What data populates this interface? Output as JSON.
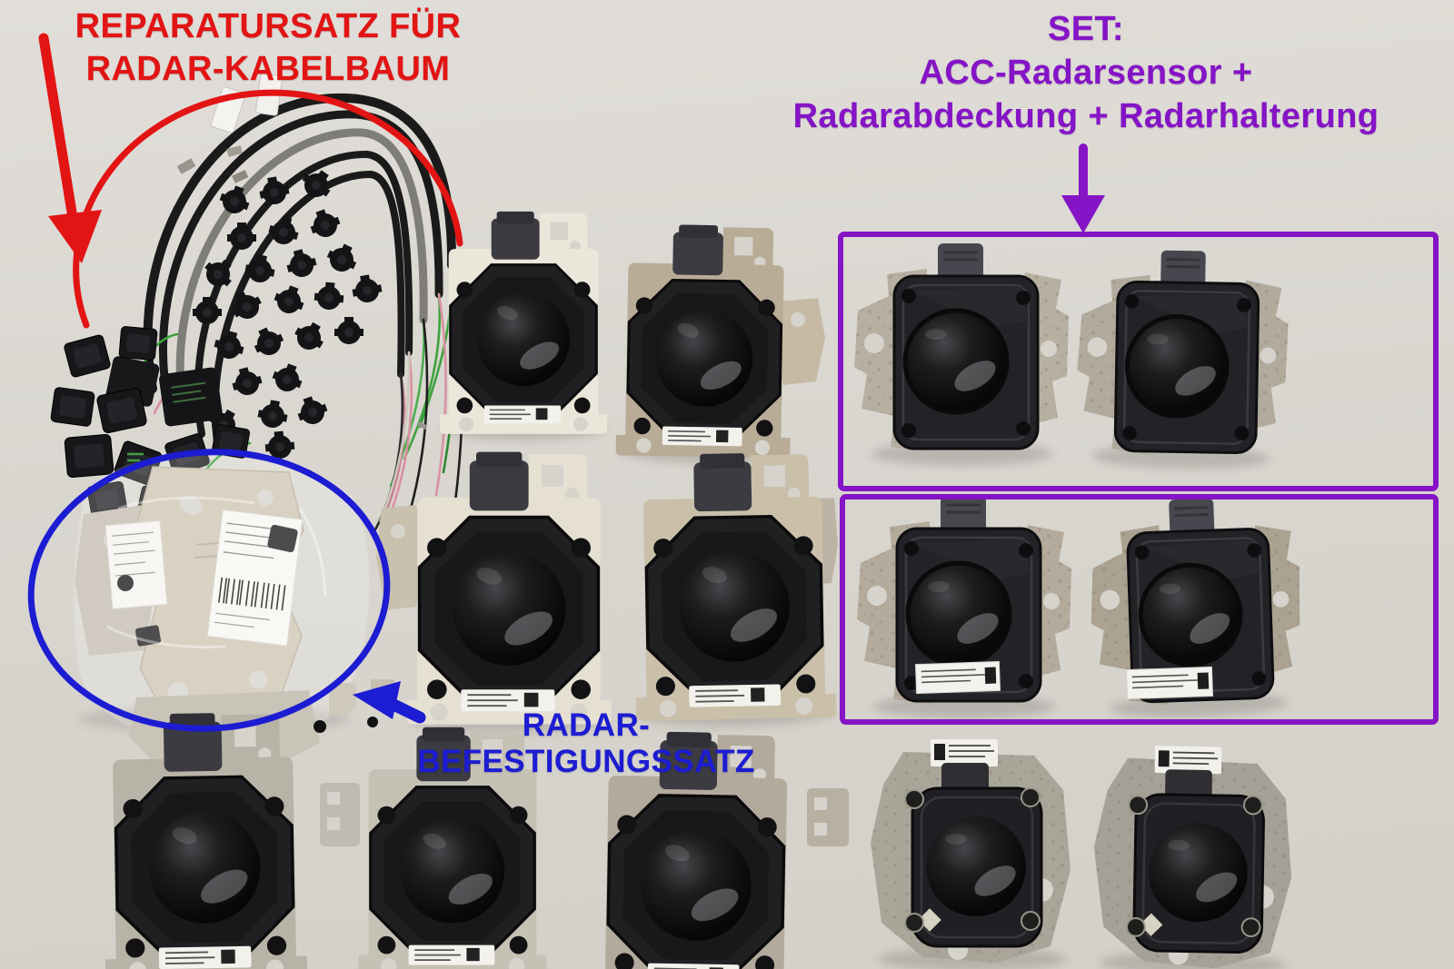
{
  "scene": {
    "kind": "annotated product photo",
    "subject": "ACC radar sensors, radar wiring-harness repair kit and radar mounting kits laid out on a light grey surface",
    "background_color": "#d9d6d0"
  },
  "colors": {
    "red": "#e21414",
    "purple": "#8514c6",
    "blue": "#1c1cd2",
    "background": "#d9d6d0"
  },
  "annotations": {
    "repair_kit": {
      "line1": "REPARATURSATZ FÜR",
      "line2": "RADAR-KABELBAUM",
      "color": "#e21414"
    },
    "set_kit": {
      "line1": "SET:",
      "line2": "ACC-Radarsensor +",
      "line3": "Radarabdeckung + Radarhalterung",
      "color": "#8514c6"
    },
    "mounting_kit": {
      "label": "RADAR-BEFESTIGUNGSSATZ",
      "color": "#1c1cd2"
    }
  },
  "parts": {
    "wiring_harness": {
      "name": "radar-wiring-harness",
      "wire_colors": [
        "black",
        "green",
        "pink",
        "cream"
      ],
      "includes": [
        "connectors",
        "fastening clips",
        "marker tapes"
      ]
    },
    "center_sensors": {
      "name": "radar-sensors-on-mounting-brackets",
      "count": 7
    },
    "boxed_sensor_sets": {
      "name": "acc-radar-sensor-set-with-cover-and-bracket",
      "count": 4,
      "groups": 2
    },
    "bottom_right_sensors": {
      "name": "radar-sensors-on-adapter-plates",
      "count": 2
    },
    "mounting_kit_bag": {
      "name": "radar-mounting-brackets-in-plastic-bag",
      "includes": [
        "metal brackets",
        "barcode labels",
        "small fasteners"
      ]
    }
  }
}
